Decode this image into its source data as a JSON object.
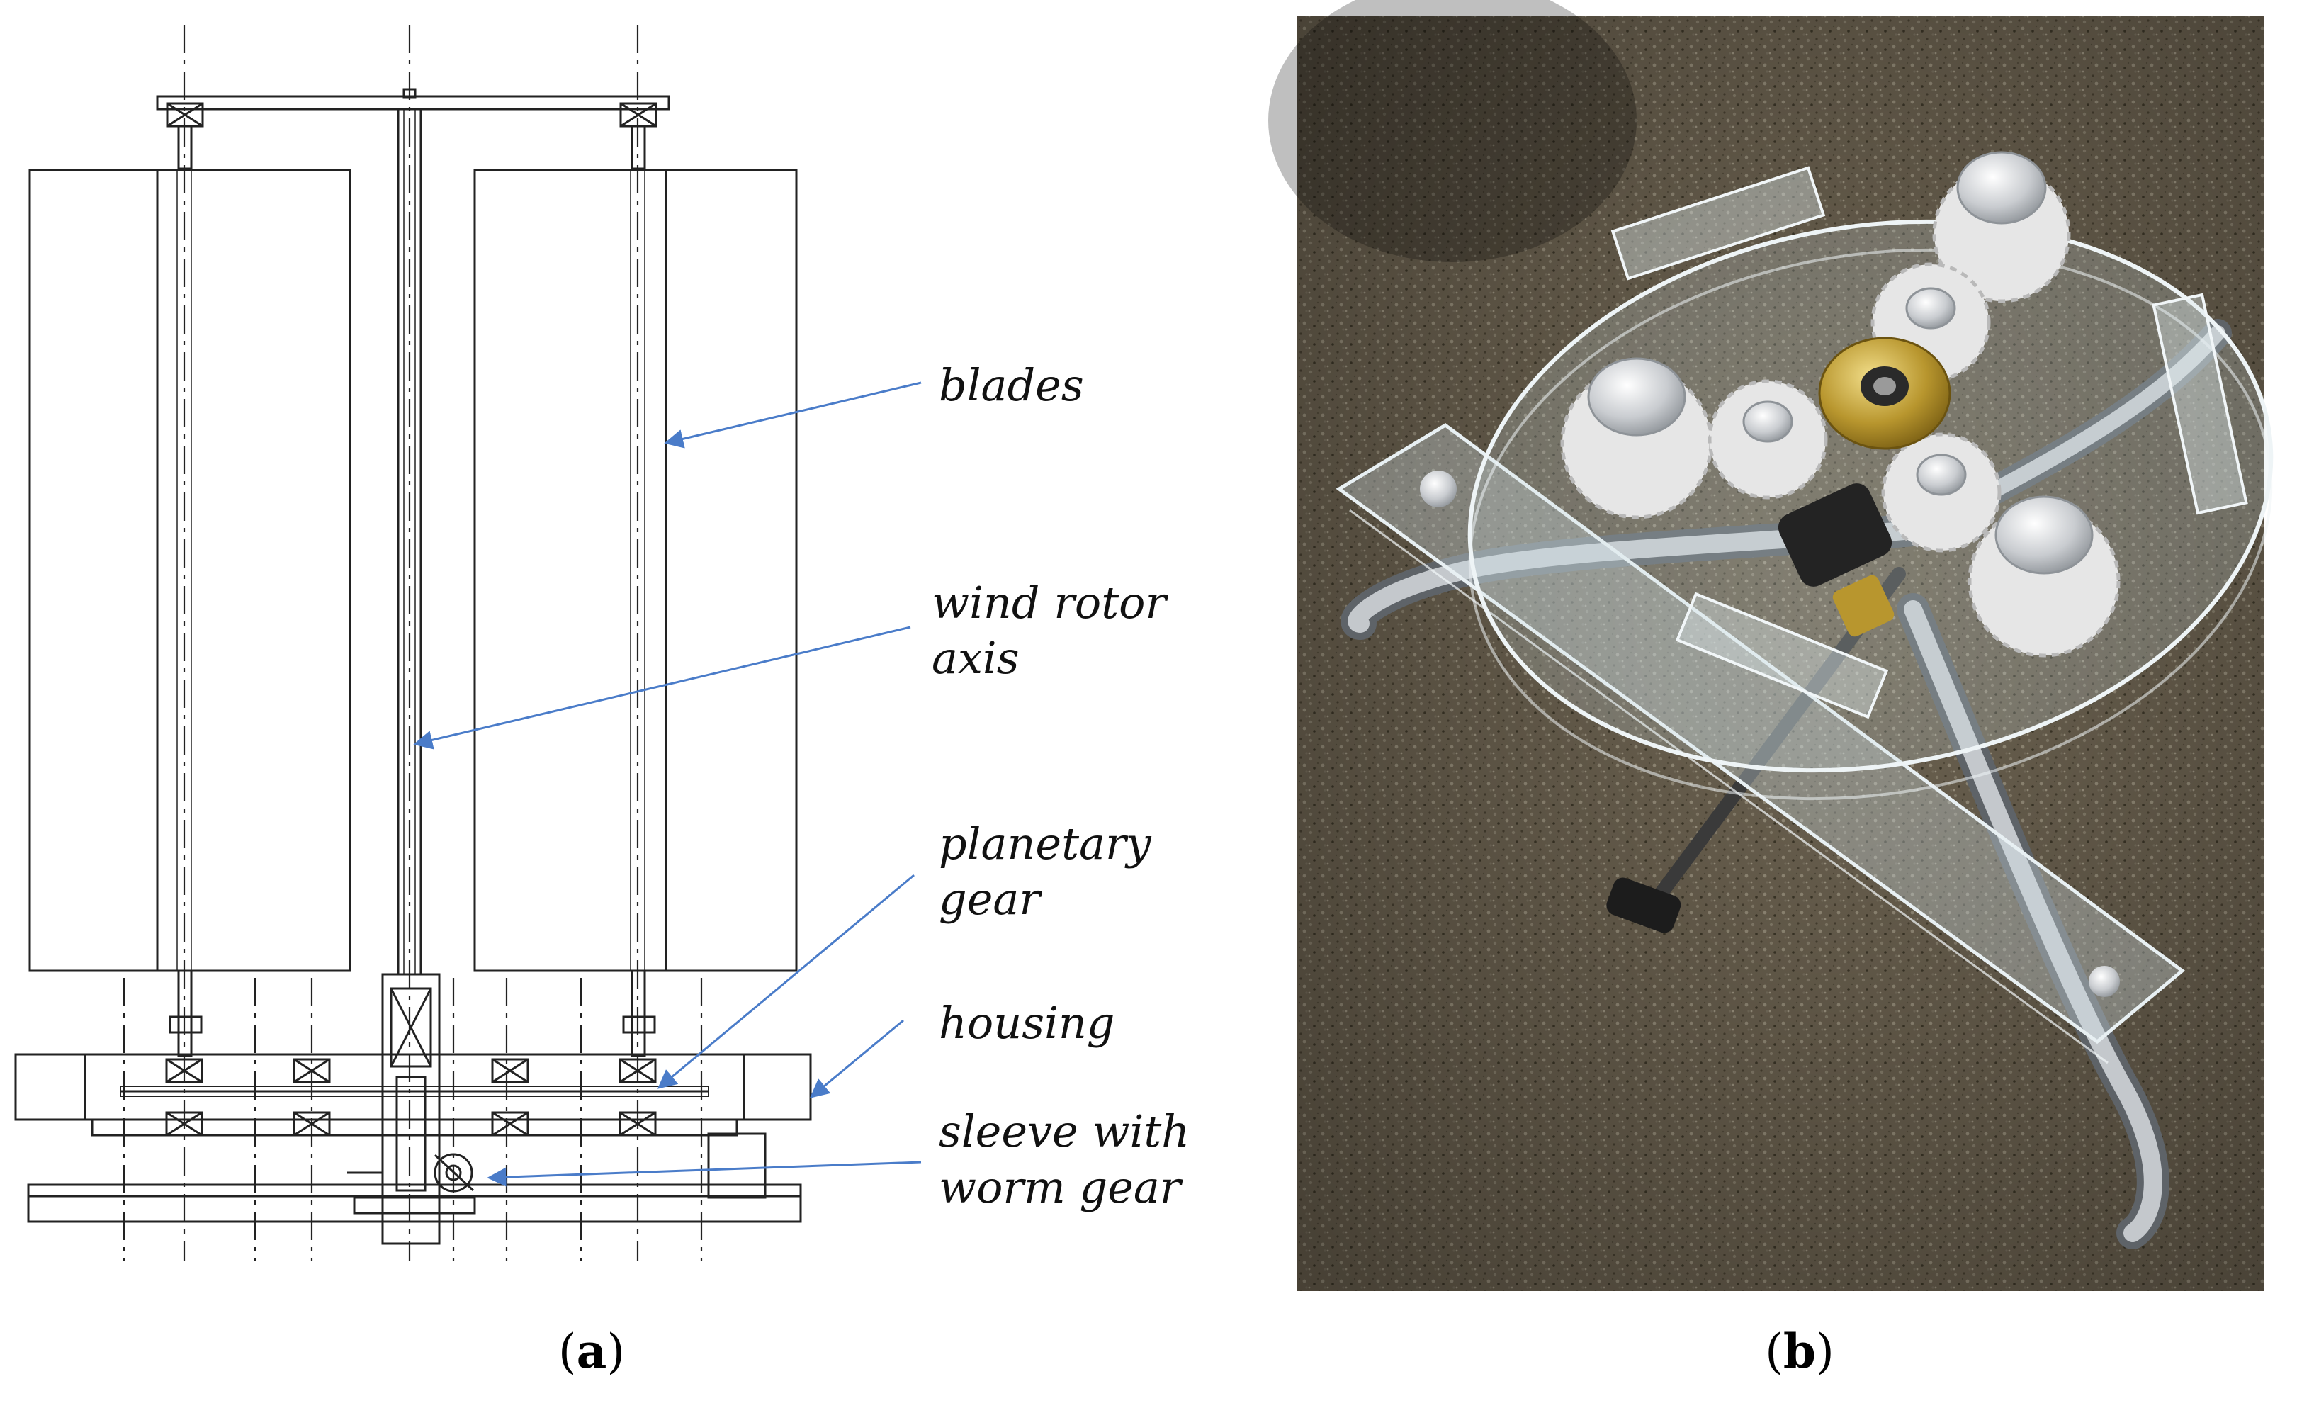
{
  "panels": {
    "drawing": {
      "caption_letter": "a",
      "callouts": {
        "blades": "blades",
        "rotor_axis_line1": "wind rotor",
        "rotor_axis_line2": "axis",
        "planetary_line1": "planetary",
        "planetary_line2": "gear",
        "housing": "housing",
        "sleeve_line1": "sleeve with",
        "sleeve_line2": "worm gear"
      }
    },
    "photo": {
      "caption_letter": "b"
    }
  },
  "colors": {
    "line_art": "#222222",
    "callout_arrow": "#4a7cc9",
    "photo_floor": "#6e6452",
    "acrylic": "#cfdde2",
    "gear_white": "#e6e6e6",
    "aluminum": "#c9ccd0",
    "brass": "#b8962e"
  }
}
